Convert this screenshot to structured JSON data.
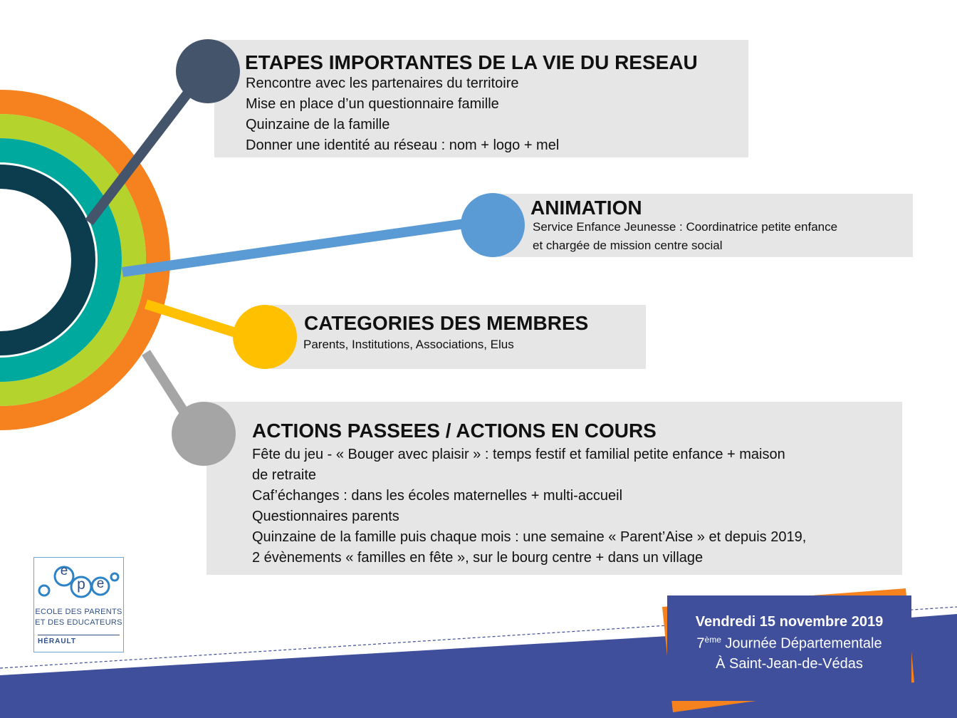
{
  "sections": [
    {
      "title": "ETAPES IMPORTANTES DE LA VIE DU RESEAU",
      "lines": [
        "Rencontre avec les partenaires du territoire",
        "Mise en place d’un questionnaire famille",
        "Quinzaine de la famille",
        "Donner une identité au réseau : nom + logo + mel"
      ]
    },
    {
      "title": "ANIMATION",
      "lines": [
        "Service Enfance Jeunesse : Coordinatrice petite enfance",
        "et chargée de mission centre social"
      ]
    },
    {
      "title": "CATEGORIES DES MEMBRES",
      "lines": [
        "Parents, Institutions, Associations, Elus"
      ]
    },
    {
      "title": "ACTIONS PASSEES / ACTIONS EN COURS",
      "lines": [
        "Fête du jeu - « Bouger avec plaisir » : temps festif et familial petite enfance + maison",
        "de retraite",
        "Caf’échanges : dans les écoles maternelles + multi-accueil",
        "Questionnaires parents",
        "Quinzaine de la famille puis chaque mois : une semaine « Parent’Aise » et  depuis 2019,",
        "2 évènements « familles en fête », sur le bourg centre + dans  un village"
      ]
    }
  ],
  "logo": {
    "letters": [
      "e",
      "p",
      "e"
    ],
    "line1": "ECOLE DES PARENTS",
    "line2": "ET DES EDUCATEURS",
    "region": "HÉRAULT"
  },
  "event": {
    "date": "Vendredi 15 novembre 2019",
    "edition_number": "7",
    "edition_suffix": "ème",
    "edition_text": " Journée Départementale",
    "place": "À Saint-Jean-de-Védas"
  },
  "colors": {
    "navy": "#44546a",
    "blue": "#5b9bd5",
    "gold": "#ffc000",
    "gray": "#a5a5a5",
    "orange": "#f5821f",
    "lime": "#b5d32d",
    "teal": "#00a99d",
    "dark_teal": "#0b3d4f",
    "banner": "#3f4f9b",
    "box_bg": "#e7e6e6"
  }
}
